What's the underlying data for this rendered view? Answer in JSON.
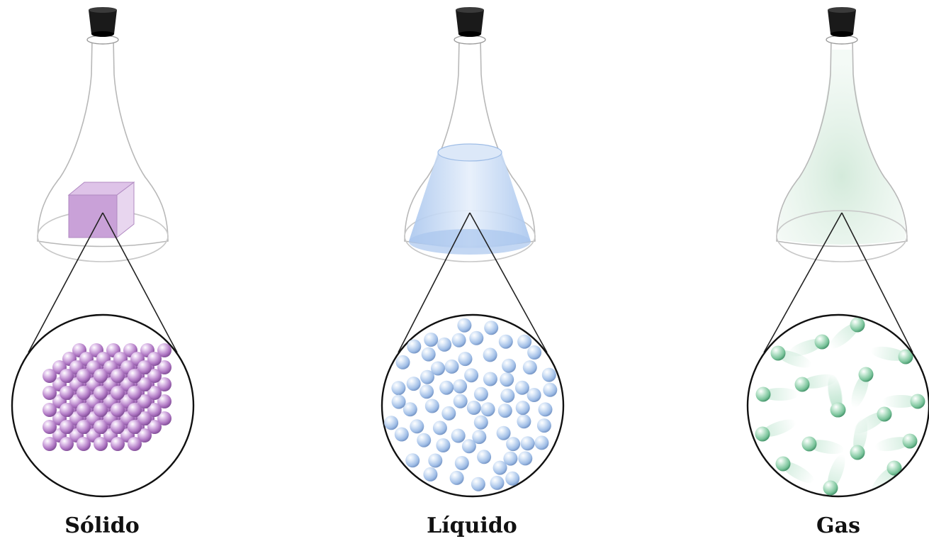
{
  "figure": {
    "panels": [
      {
        "id": "solid",
        "label": "Sólido",
        "particle_color": "#b078c4",
        "substance_color": "#c9a1d8",
        "arrangement": "ordered-lattice"
      },
      {
        "id": "liquid",
        "label": "Líquido",
        "particle_color": "#9fbde6",
        "substance_color": "#bcd3f0",
        "arrangement": "close-random"
      },
      {
        "id": "gas",
        "label": "Gas",
        "particle_color": "#79c39a",
        "substance_color": "#cfe8d7",
        "arrangement": "sparse-moving"
      }
    ],
    "stopper_color": "#1a1a1a",
    "icons": [
      "stopper-icon",
      "flask-icon",
      "magnifier-circle-icon",
      "particle-icon"
    ]
  }
}
